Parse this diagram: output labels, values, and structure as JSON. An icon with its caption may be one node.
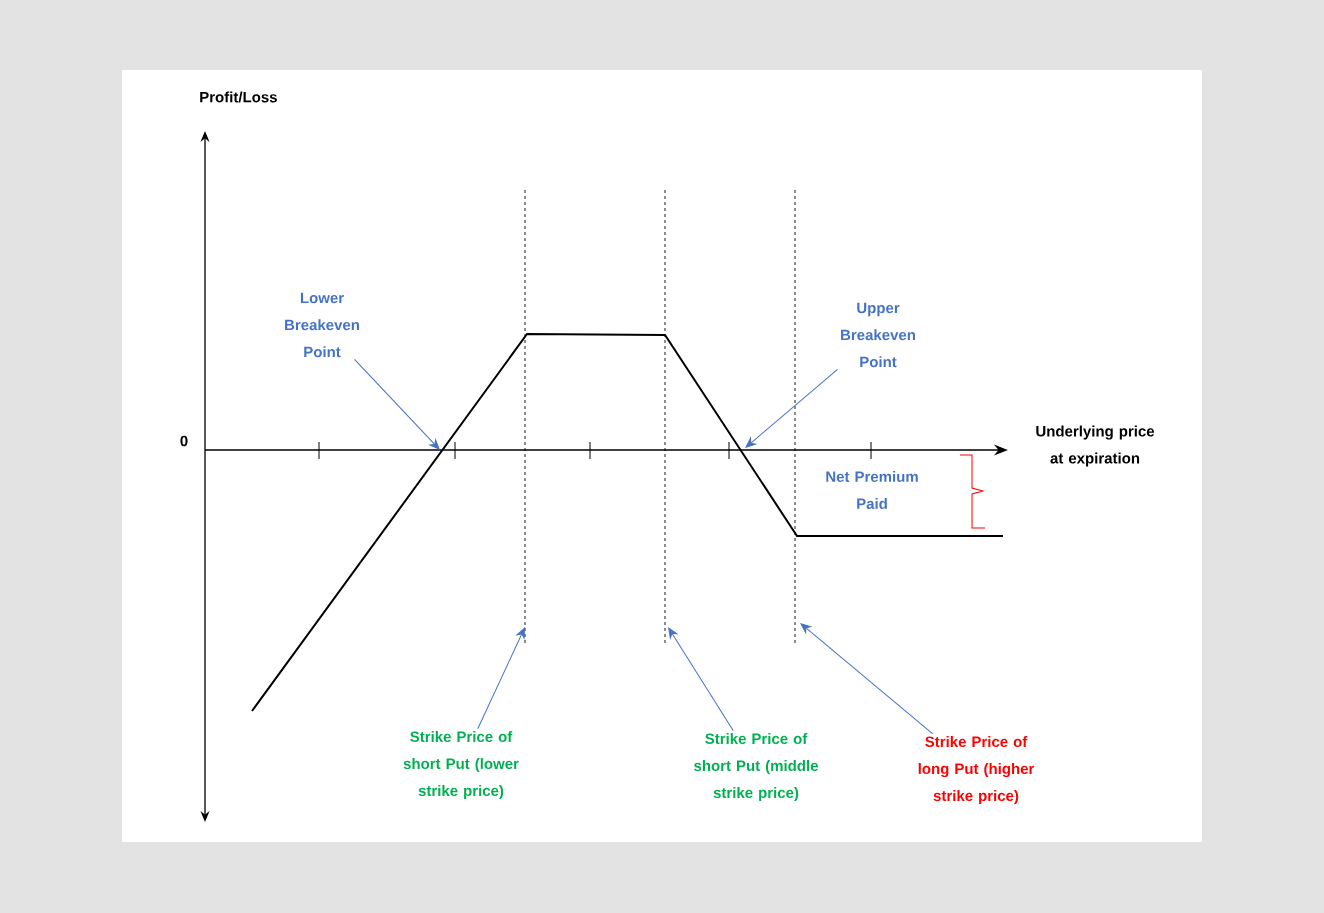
{
  "diagram": {
    "nodes": [
      {
        "text": [
          "Lower Breakeven Point"
        ]
      },
      {
        "text": [
          "Upper Breakeven Point"
        ]
      },
      {
        "text": [
          "Strike Price of short Put (lower strike price)"
        ]
      },
      {
        "text": [
          "Strike Price of short Put (middle strike price)"
        ]
      },
      {
        "text": [
          "Strike Price of long Put (higher strike price)"
        ]
      }
    ],
    "edges": [
      {
        "from": 0,
        "to": null,
        "arrow": "to"
      },
      {
        "from": 1,
        "to": null,
        "arrow": "to"
      },
      {
        "from": 2,
        "to": null,
        "arrow": "to"
      },
      {
        "from": 3,
        "to": null,
        "arrow": "to"
      },
      {
        "from": 4,
        "to": null,
        "arrow": "to"
      }
    ],
    "labels": [
      "Profit/Loss",
      "0",
      "Underlying price at expiration",
      "Net Premium Paid"
    ]
  }
}
